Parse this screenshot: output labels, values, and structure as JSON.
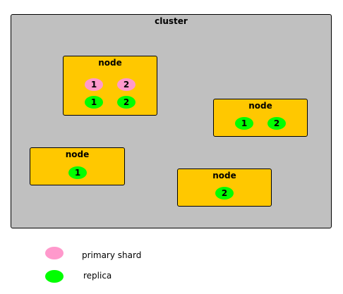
{
  "cluster": {
    "title": "cluster",
    "nodes": [
      {
        "title": "node",
        "shards": [
          {
            "label": "1",
            "kind": "primary"
          },
          {
            "label": "2",
            "kind": "primary"
          },
          {
            "label": "1",
            "kind": "replica"
          },
          {
            "label": "2",
            "kind": "replica"
          }
        ]
      },
      {
        "title": "node",
        "shards": [
          {
            "label": "1",
            "kind": "replica"
          },
          {
            "label": "2",
            "kind": "replica"
          }
        ]
      },
      {
        "title": "node",
        "shards": [
          {
            "label": "1",
            "kind": "replica"
          }
        ]
      },
      {
        "title": "node",
        "shards": [
          {
            "label": "2",
            "kind": "replica"
          }
        ]
      }
    ]
  },
  "legend": {
    "primary_label": "primary shard",
    "replica_label": "replica"
  },
  "colors": {
    "cluster_bg": "#c0c0c0",
    "node_bg": "#ffc800",
    "primary": "#ff99cc",
    "replica": "#00ff00"
  }
}
